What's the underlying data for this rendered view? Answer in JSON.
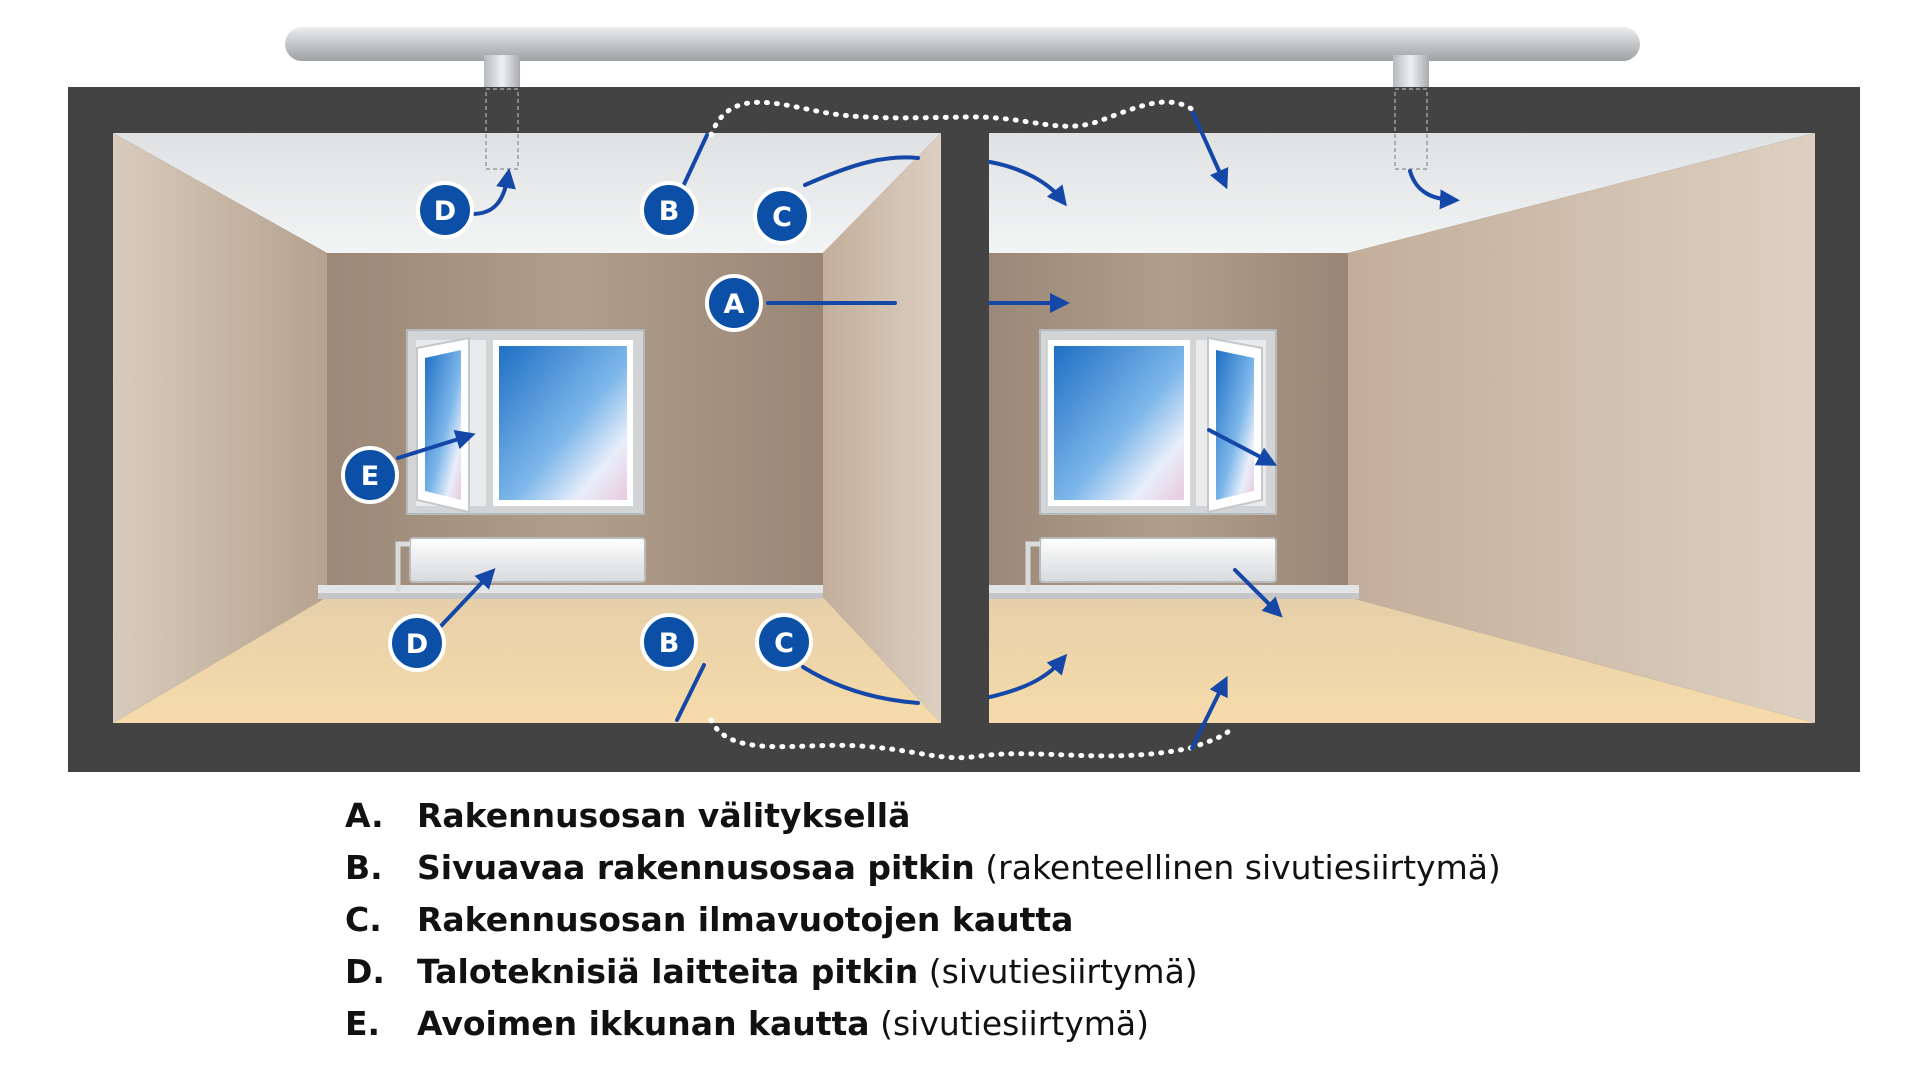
{
  "colors": {
    "building": "#434343",
    "arrow": "#1447a8",
    "badge_fill": "#0c4fa6",
    "badge_stroke": "#ffffff",
    "pipe": "#c9cbcd",
    "ceiling": "#e8e9ea",
    "wall_back": "#a89484",
    "wall_side": "#c9b6a3",
    "floor": "#f1d6a7",
    "sky": "#3d8fd8",
    "path_dots": "#ffffff"
  },
  "badges": [
    "A",
    "B",
    "C",
    "D",
    "E"
  ],
  "legend": [
    {
      "key": "A.",
      "main": "Rakennusosan välityksellä",
      "note": ""
    },
    {
      "key": "B.",
      "main": "Sivuavaa rakennusosaa pitkin",
      "note": "(rakenteellinen sivutiesiirtymä)"
    },
    {
      "key": "C.",
      "main": "Rakennusosan ilmavuotojen kautta",
      "note": ""
    },
    {
      "key": "D.",
      "main": "Taloteknisiä laitteita pitkin",
      "note": "(sivutiesiirtymä)"
    },
    {
      "key": "E.",
      "main": "Avoimen ikkunan kautta",
      "note": "(sivutiesiirtymä)"
    }
  ]
}
